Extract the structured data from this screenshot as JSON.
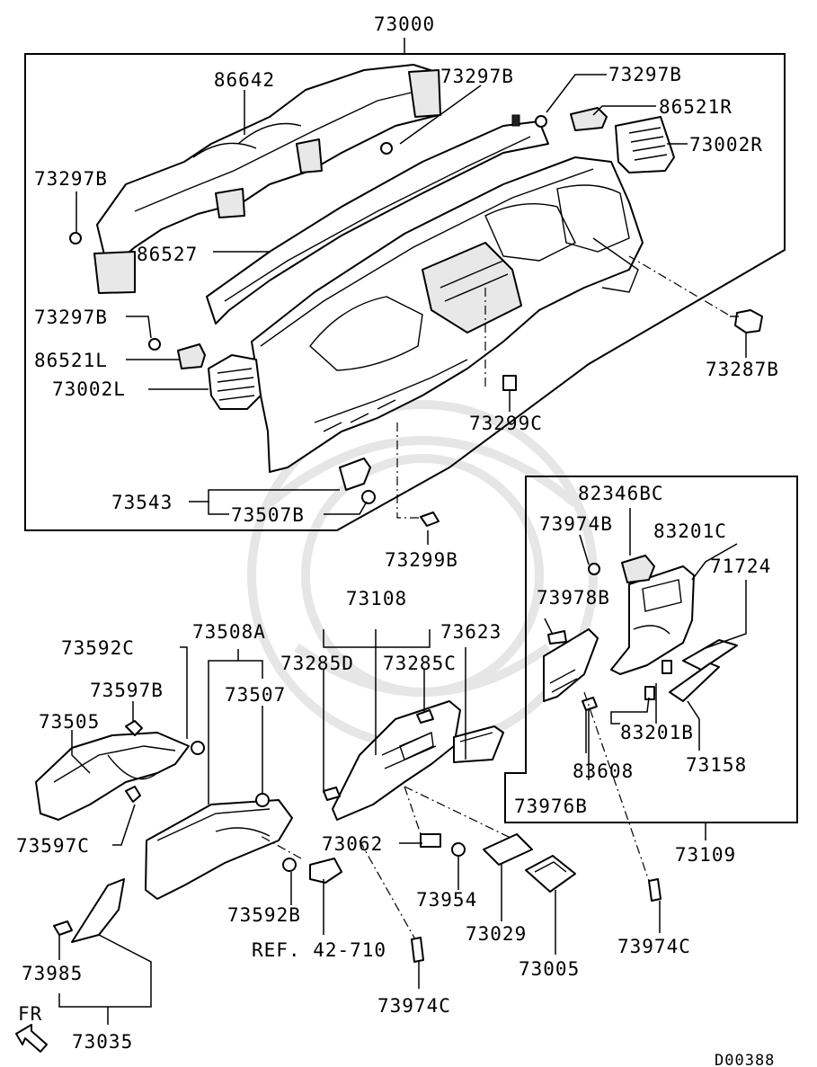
{
  "diagram": {
    "drawing_code": "D00388",
    "direction_label": "FR",
    "reference": "REF. 42-710"
  },
  "labels": {
    "l73000": "73000",
    "l86642": "86642",
    "l73297B_a": "73297B",
    "l73297B_b": "73297B",
    "l86521R": "86521R",
    "l73002R": "73002R",
    "l73297B_c": "73297B",
    "l86527": "86527",
    "l73297B_d": "73297B",
    "l86521L": "86521L",
    "l73002L": "73002L",
    "l73287B": "73287B",
    "l73299C": "73299C",
    "l73543": "73543",
    "l73507B": "73507B",
    "l73299B": "73299B",
    "l82346BC": "82346BC",
    "l73974B": "73974B",
    "l83201C": "83201C",
    "l71724": "71724",
    "l73978B": "73978B",
    "l73108": "73108",
    "l73623": "73623",
    "l73508A": "73508A",
    "l73592C": "73592C",
    "l73285D": "73285D",
    "l73285C": "73285C",
    "l73597B": "73597B",
    "l73507": "73507",
    "l73505": "73505",
    "l83201B": "83201B",
    "l73158": "73158",
    "l83608": "83608",
    "l73976B": "73976B",
    "l73597C": "73597C",
    "l73062": "73062",
    "l73109": "73109",
    "l73954": "73954",
    "l73592B": "73592B",
    "l73029": "73029",
    "l73974C_a": "73974C",
    "l73985": "73985",
    "l73005": "73005",
    "l73974C_b": "73974C",
    "l73035": "73035"
  }
}
